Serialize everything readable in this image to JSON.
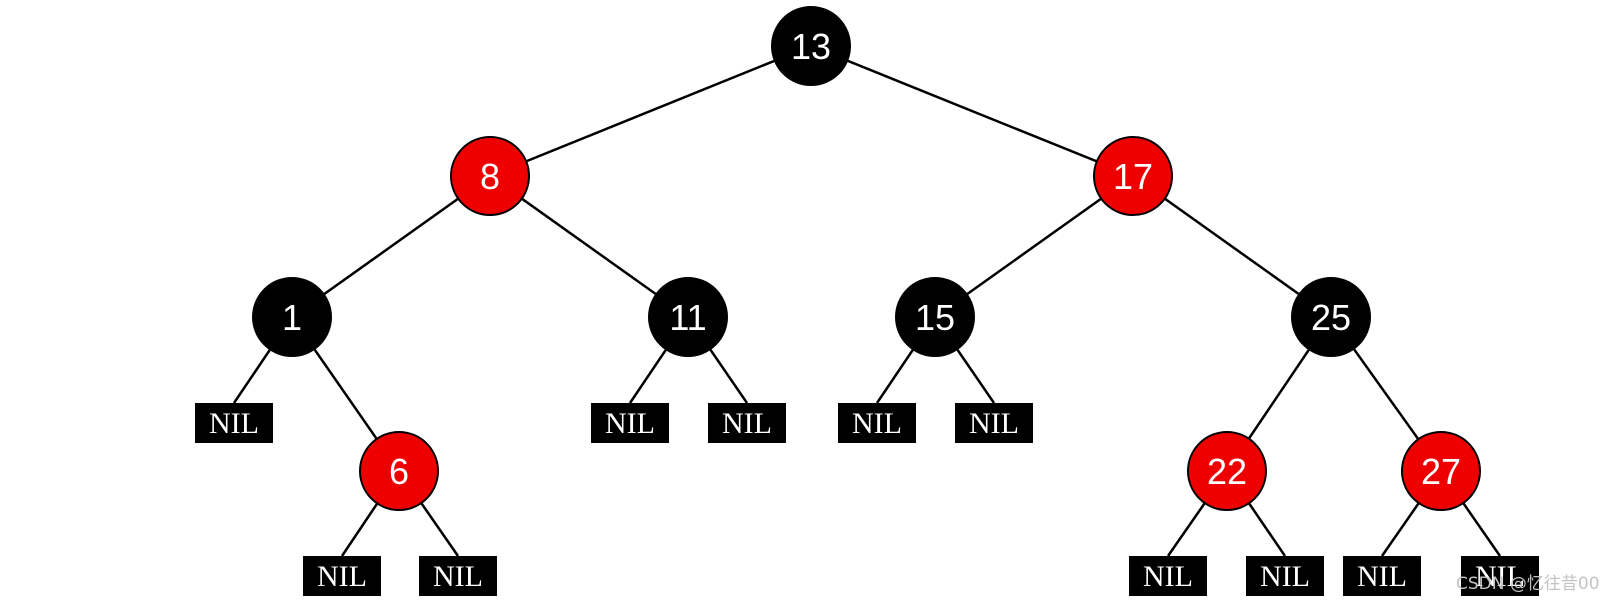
{
  "colors": {
    "red": "#ee0000",
    "black": "#000000",
    "edge": "#000000",
    "label": "#ffffff"
  },
  "tree": {
    "nodes": [
      {
        "id": "n13",
        "label": "13",
        "color": "black"
      },
      {
        "id": "n8",
        "label": "8",
        "color": "red"
      },
      {
        "id": "n17",
        "label": "17",
        "color": "red"
      },
      {
        "id": "n1",
        "label": "1",
        "color": "black"
      },
      {
        "id": "n11",
        "label": "11",
        "color": "black"
      },
      {
        "id": "n15",
        "label": "15",
        "color": "black"
      },
      {
        "id": "n25",
        "label": "25",
        "color": "black"
      },
      {
        "id": "n6",
        "label": "6",
        "color": "red"
      },
      {
        "id": "n22",
        "label": "22",
        "color": "red"
      },
      {
        "id": "n27",
        "label": "27",
        "color": "red"
      }
    ],
    "nil_label": "NIL",
    "edges": [
      [
        "n13",
        "n8"
      ],
      [
        "n13",
        "n17"
      ],
      [
        "n8",
        "n1"
      ],
      [
        "n8",
        "n11"
      ],
      [
        "n17",
        "n15"
      ],
      [
        "n17",
        "n25"
      ],
      [
        "n1",
        "nil1"
      ],
      [
        "n1",
        "n6"
      ],
      [
        "n6",
        "nil2"
      ],
      [
        "n6",
        "nil3"
      ],
      [
        "n11",
        "nil4"
      ],
      [
        "n11",
        "nil5"
      ],
      [
        "n15",
        "nil6"
      ],
      [
        "n15",
        "nil7"
      ],
      [
        "n25",
        "n22"
      ],
      [
        "n25",
        "n27"
      ],
      [
        "n22",
        "nil8"
      ],
      [
        "n22",
        "nil9"
      ],
      [
        "n27",
        "nil10"
      ],
      [
        "n27",
        "nil11"
      ]
    ]
  },
  "watermark": "CSDN @忆往昔00"
}
